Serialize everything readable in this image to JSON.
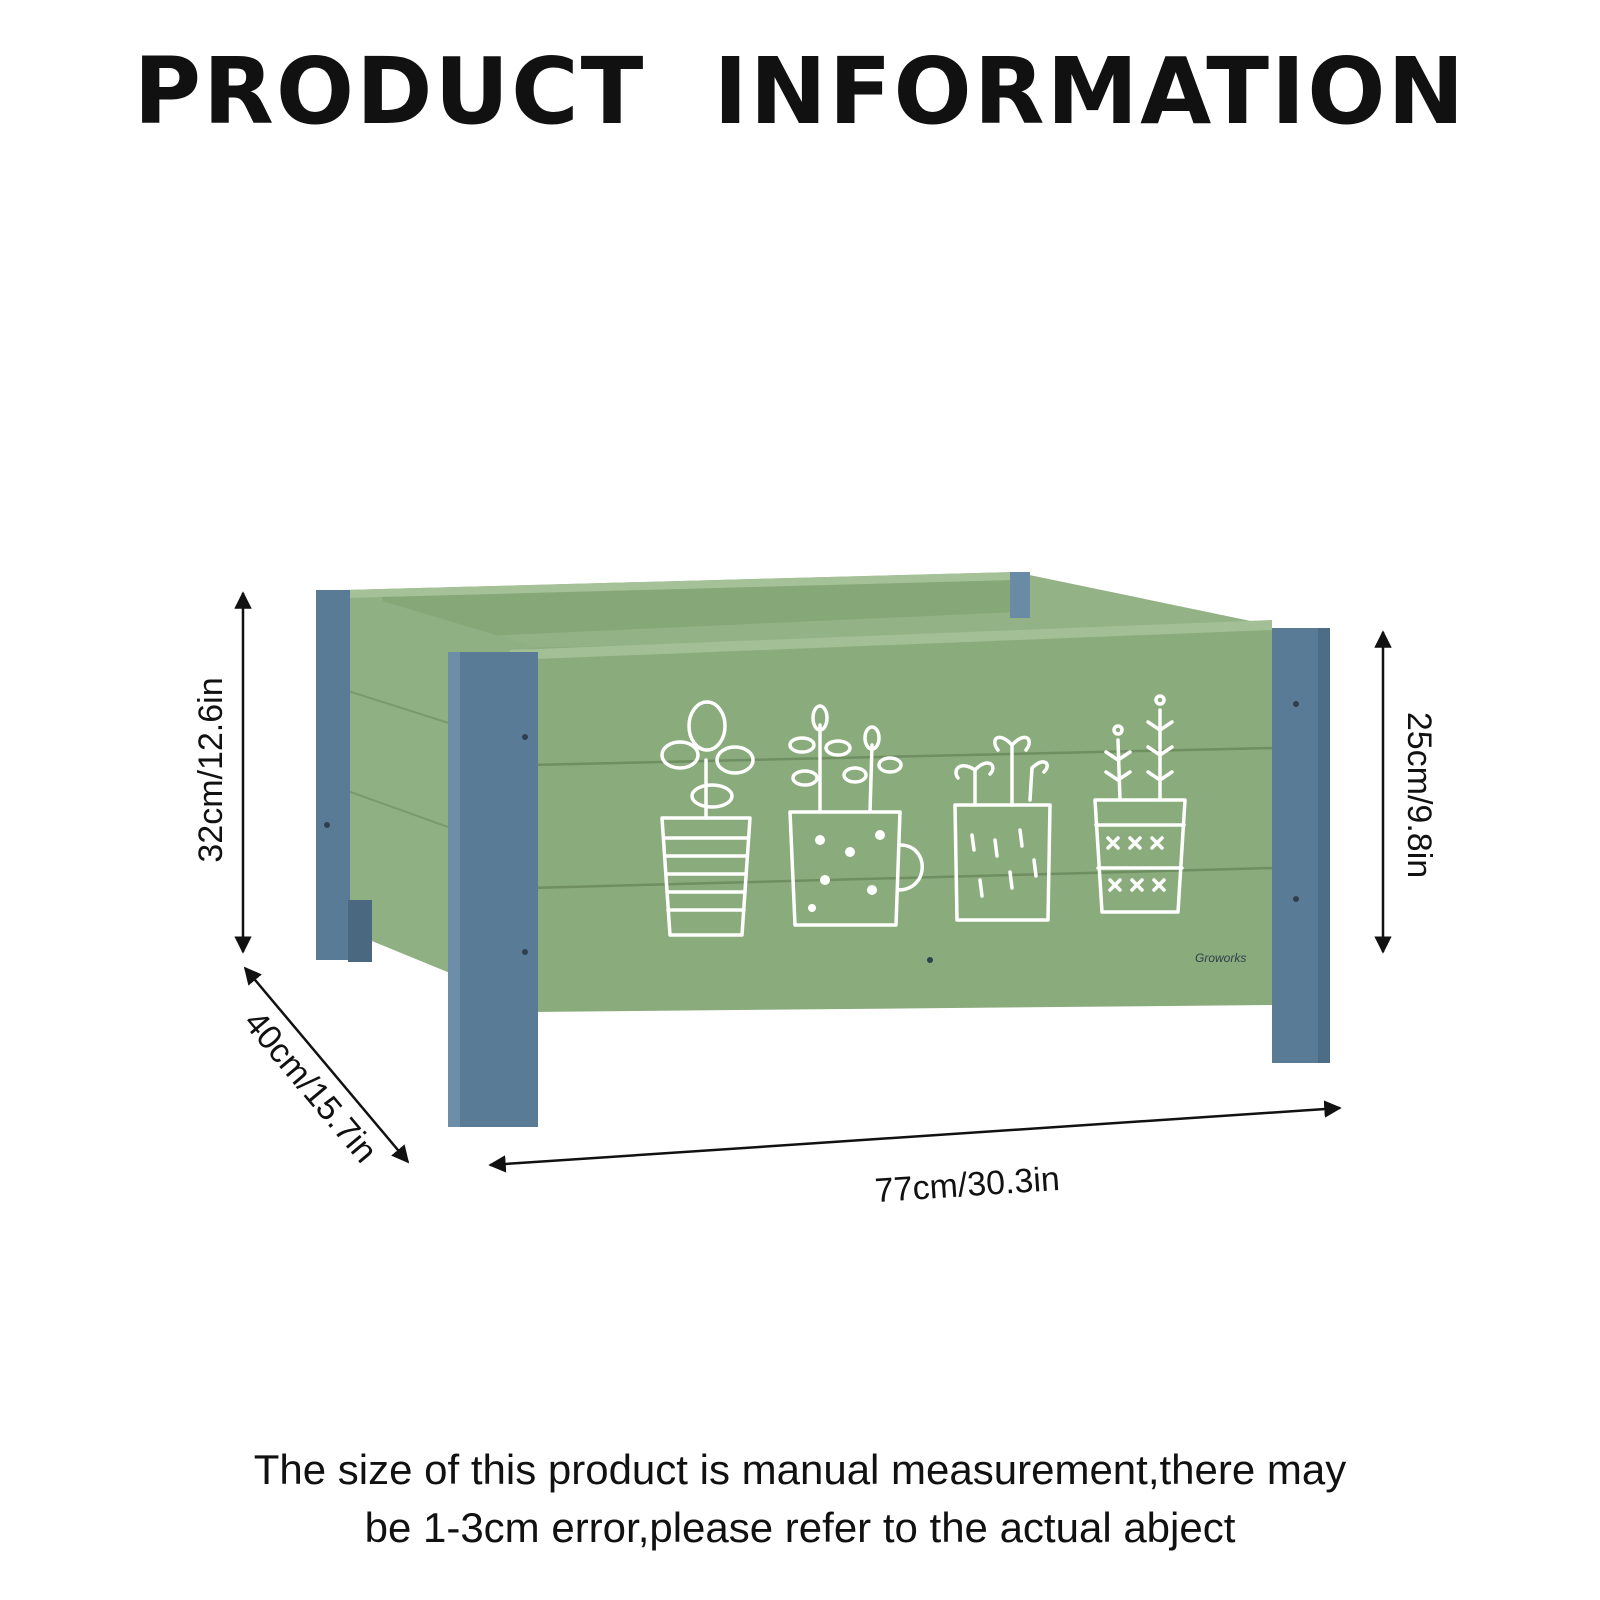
{
  "title": "PRODUCT  INFORMATION",
  "dimensions": {
    "height_total": "32cm/12.6in",
    "height_box": "25cm/9.8in",
    "depth": "40cm/15.7in",
    "width": "77cm/30.3in"
  },
  "brand_mark": "Groworks",
  "note": {
    "line1": "The size of this product is manual measurement,there may",
    "line2": "be 1-3cm error,please refer to the actual abject"
  },
  "colors": {
    "box_green": "#8aab7b",
    "post_blue": "#5a7b96",
    "line_white": "#ffffff",
    "text": "#111111"
  }
}
